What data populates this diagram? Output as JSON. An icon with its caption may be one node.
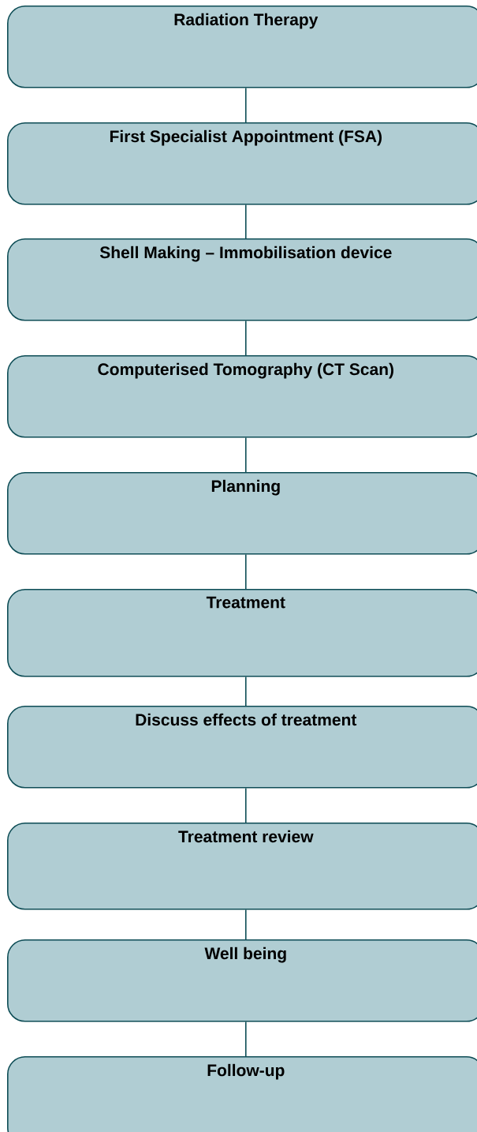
{
  "diagram": {
    "nodes": [
      {
        "text": [
          "Radiation Therapy"
        ]
      },
      {
        "text": [
          "First Specialist Appointment (FSA)"
        ]
      },
      {
        "text": [
          "Shell Making – Immobilisation device"
        ]
      },
      {
        "text": [
          "Computerised Tomography (CT Scan)"
        ]
      },
      {
        "text": [
          "Planning"
        ]
      },
      {
        "text": [
          "Treatment"
        ]
      },
      {
        "text": [
          "Discuss effects of treatment"
        ]
      },
      {
        "text": [
          "Treatment review"
        ]
      },
      {
        "text": [
          "Well being"
        ]
      },
      {
        "text": [
          "Follow-up"
        ]
      }
    ],
    "edges": [
      {
        "from": 0,
        "to": 1,
        "arrow": "none"
      },
      {
        "from": 1,
        "to": 2,
        "arrow": "none"
      },
      {
        "from": 2,
        "to": 3,
        "arrow": "none"
      },
      {
        "from": 3,
        "to": 4,
        "arrow": "none"
      },
      {
        "from": 4,
        "to": 5,
        "arrow": "none"
      },
      {
        "from": 5,
        "to": 6,
        "arrow": "none"
      },
      {
        "from": 6,
        "to": 7,
        "arrow": "none"
      },
      {
        "from": 7,
        "to": 8,
        "arrow": "none"
      },
      {
        "from": 8,
        "to": 9,
        "arrow": "none"
      }
    ]
  }
}
